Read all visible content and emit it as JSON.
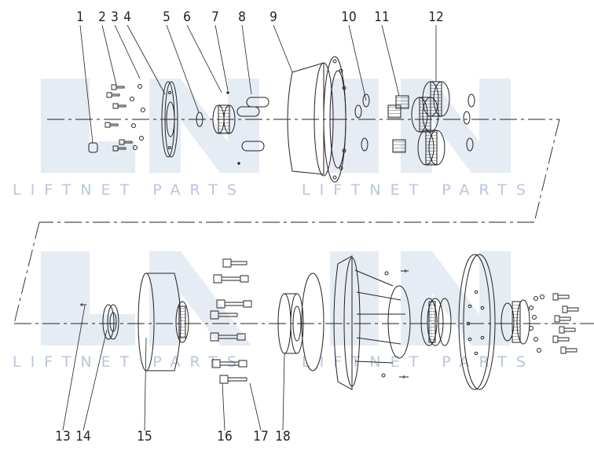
{
  "watermark": {
    "brand_letters": "LNP",
    "text": "LIFTNET PARTS",
    "color": "#dfe6f0"
  },
  "callouts": {
    "top": [
      "1",
      "2",
      "3",
      "4",
      "5",
      "6",
      "7",
      "8",
      "9",
      "10",
      "11",
      "12"
    ],
    "bottom": [
      "13",
      "14",
      "15",
      "16",
      "17",
      "18"
    ]
  },
  "colors": {
    "line": "#222222",
    "hatch": "#555555"
  }
}
